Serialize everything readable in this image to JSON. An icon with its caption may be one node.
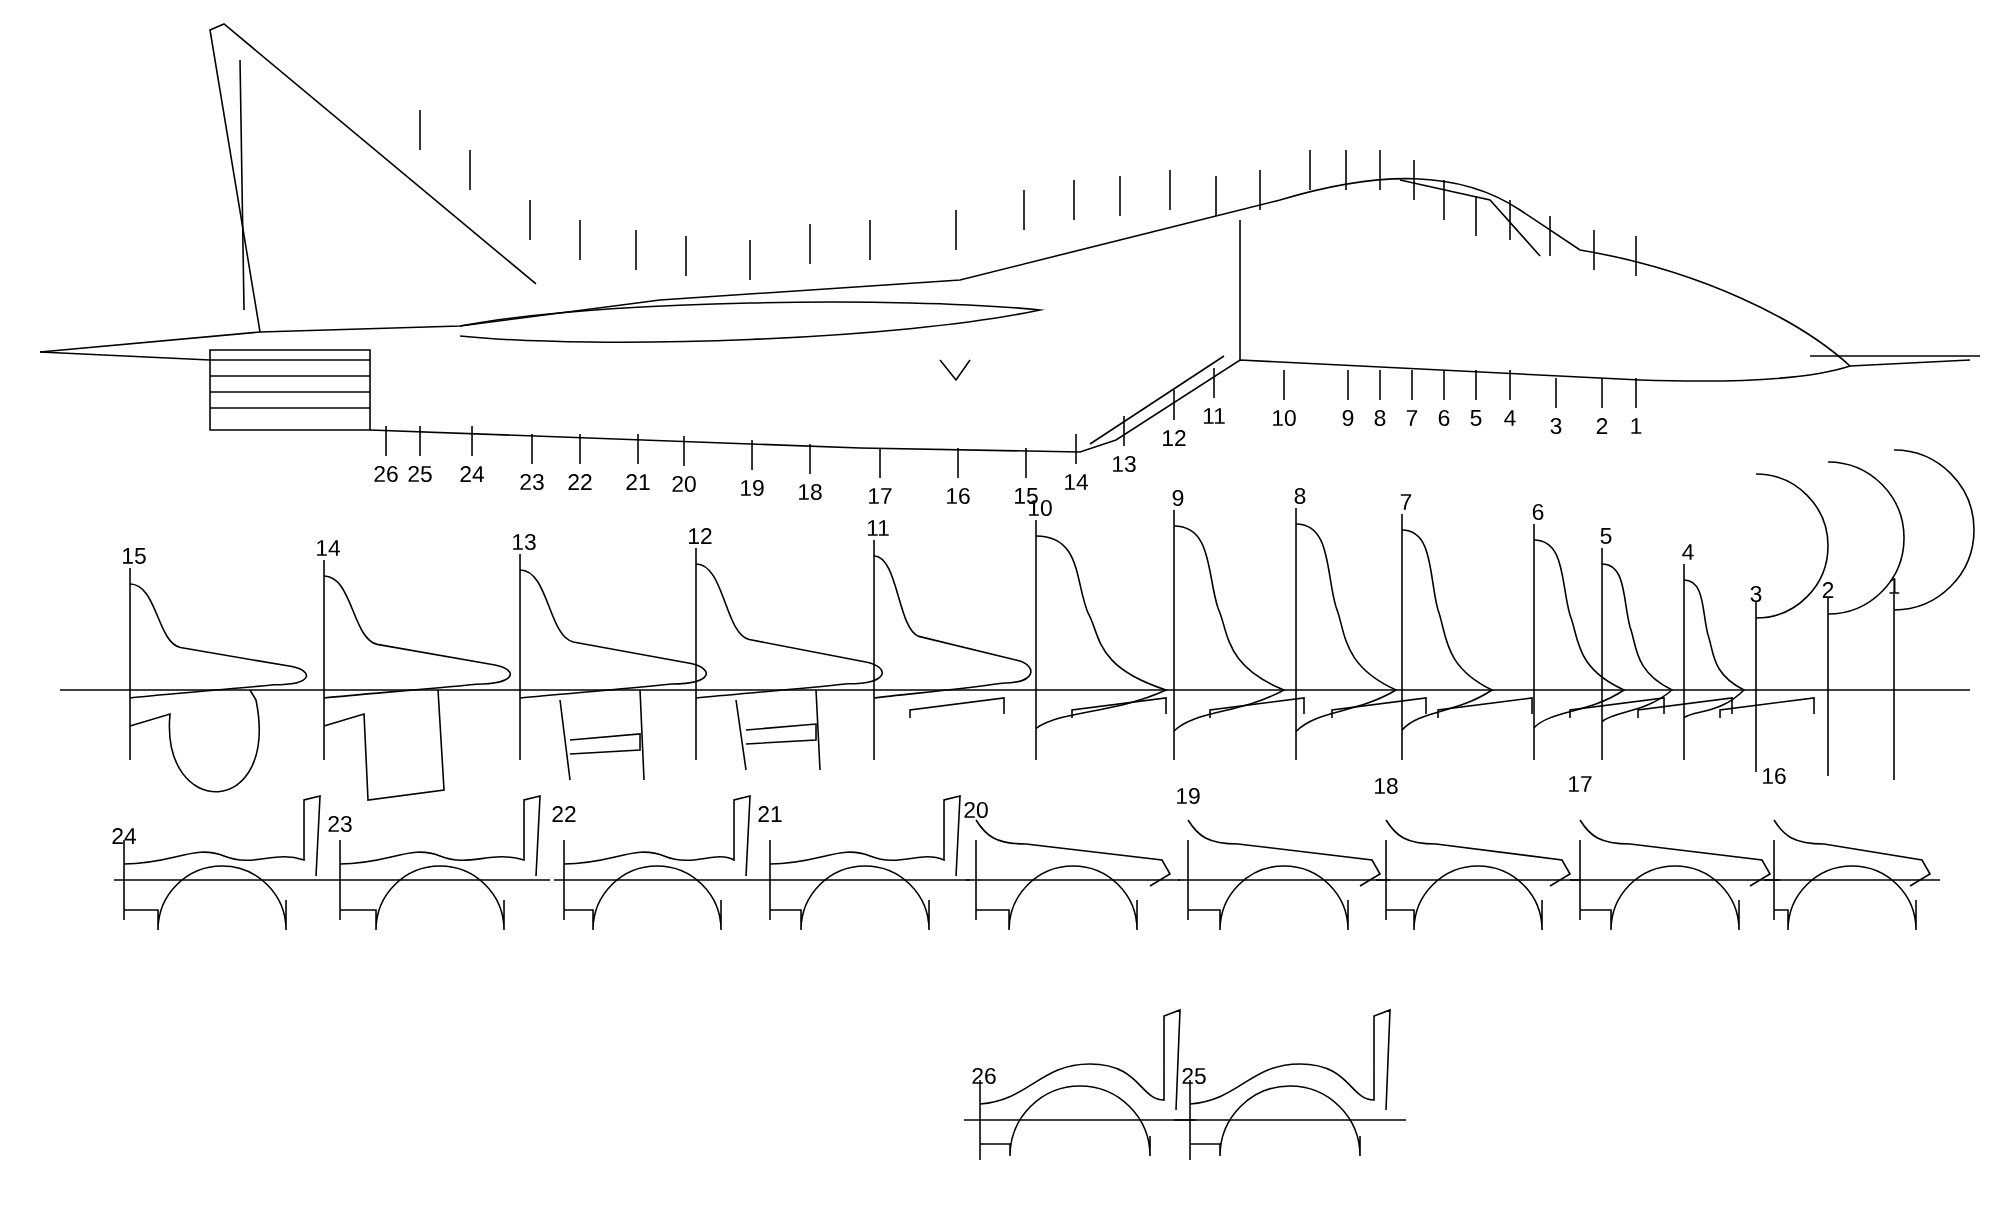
{
  "diagram": {
    "labels": [
      "26",
      "25",
      "24",
      "23",
      "22",
      "21",
      "20",
      "19",
      "18",
      "17",
      "16",
      "15",
      "14",
      "13",
      "12",
      "11",
      "10",
      "9",
      "8",
      "7",
      "6",
      "5",
      "4",
      "3",
      "2",
      "1",
      "15",
      "14",
      "13",
      "12",
      "11",
      "10",
      "9",
      "8",
      "7",
      "6",
      "5",
      "4",
      "3",
      "2",
      "1",
      "24",
      "23",
      "22",
      "21",
      "20",
      "19",
      "18",
      "17",
      "16",
      "26",
      "25"
    ]
  }
}
